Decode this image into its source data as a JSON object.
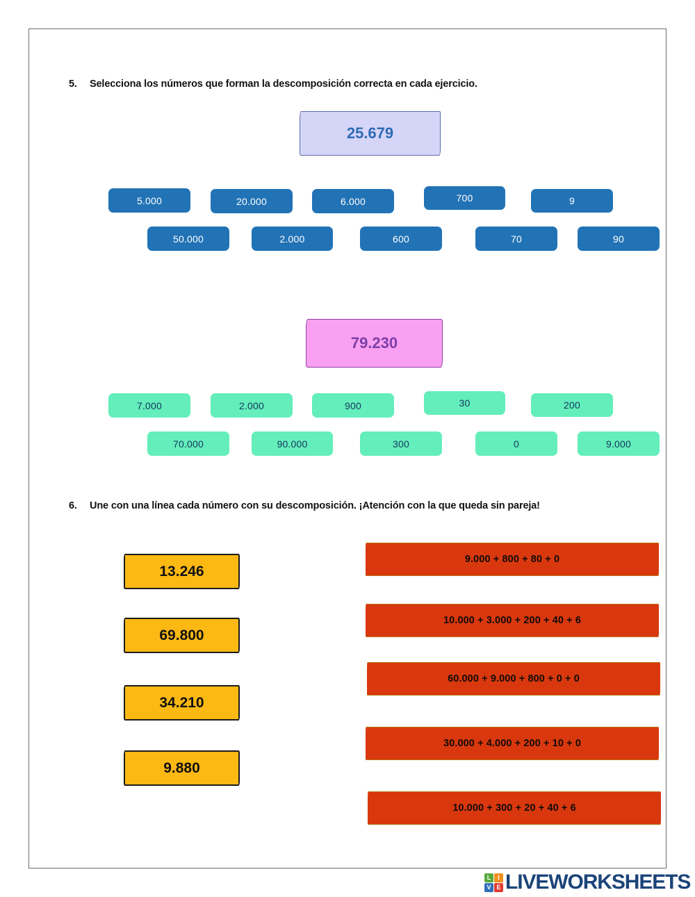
{
  "page": {
    "background_color": "#ffffff",
    "border_color": "#6b6b6b"
  },
  "exercises": [
    {
      "number": "5.",
      "instruction": "Selecciona los números que forman la descomposición correcta en cada ejercicio.",
      "groups": [
        {
          "target": "25.679",
          "target_fill": "#d5d5f7",
          "target_border": "#5b6aa8",
          "target_text_color": "#2e6bb5",
          "chip_fill": "#2273b5",
          "chip_text_color": "#ffffff",
          "options": [
            "5.000",
            "20.000",
            "6.000",
            "700",
            "9",
            "50.000",
            "2.000",
            "600",
            "70",
            "90"
          ]
        },
        {
          "target": "79.230",
          "target_fill": "#f9a0f2",
          "target_border": "#8b3fa0",
          "target_text_color": "#7b3fa8",
          "chip_fill": "#63eebb",
          "chip_text_color": "#16365c",
          "options": [
            "7.000",
            "2.000",
            "900",
            "30",
            "200",
            "70.000",
            "90.000",
            "300",
            "0",
            "9.000"
          ]
        }
      ]
    },
    {
      "number": "6.",
      "instruction": "Une con una línea cada número con su descomposición. ¡Atención con la que queda sin pareja!",
      "numbers": [
        "13.246",
        "69.800",
        "34.210",
        "9.880"
      ],
      "number_fill": "#fcb914",
      "number_border": "#1b1b1b",
      "decompositions": [
        "9.000 + 800 + 80 + 0",
        "10.000 + 3.000 + 200 + 40 + 6",
        "60.000 + 9.000 + 800 + 0 + 0",
        "30.000 + 4.000 + 200 + 10 + 0",
        "10.000 + 300 + 20 + 40 + 6"
      ],
      "decomposition_fill": "#d9380e",
      "decomposition_text_color": "#120b06"
    }
  ],
  "footer": {
    "logo_letters": [
      "L",
      "I",
      "V",
      "E"
    ],
    "wordmark": "LIVEWORKSHEETS",
    "wordmark_color": "#1b4478"
  }
}
